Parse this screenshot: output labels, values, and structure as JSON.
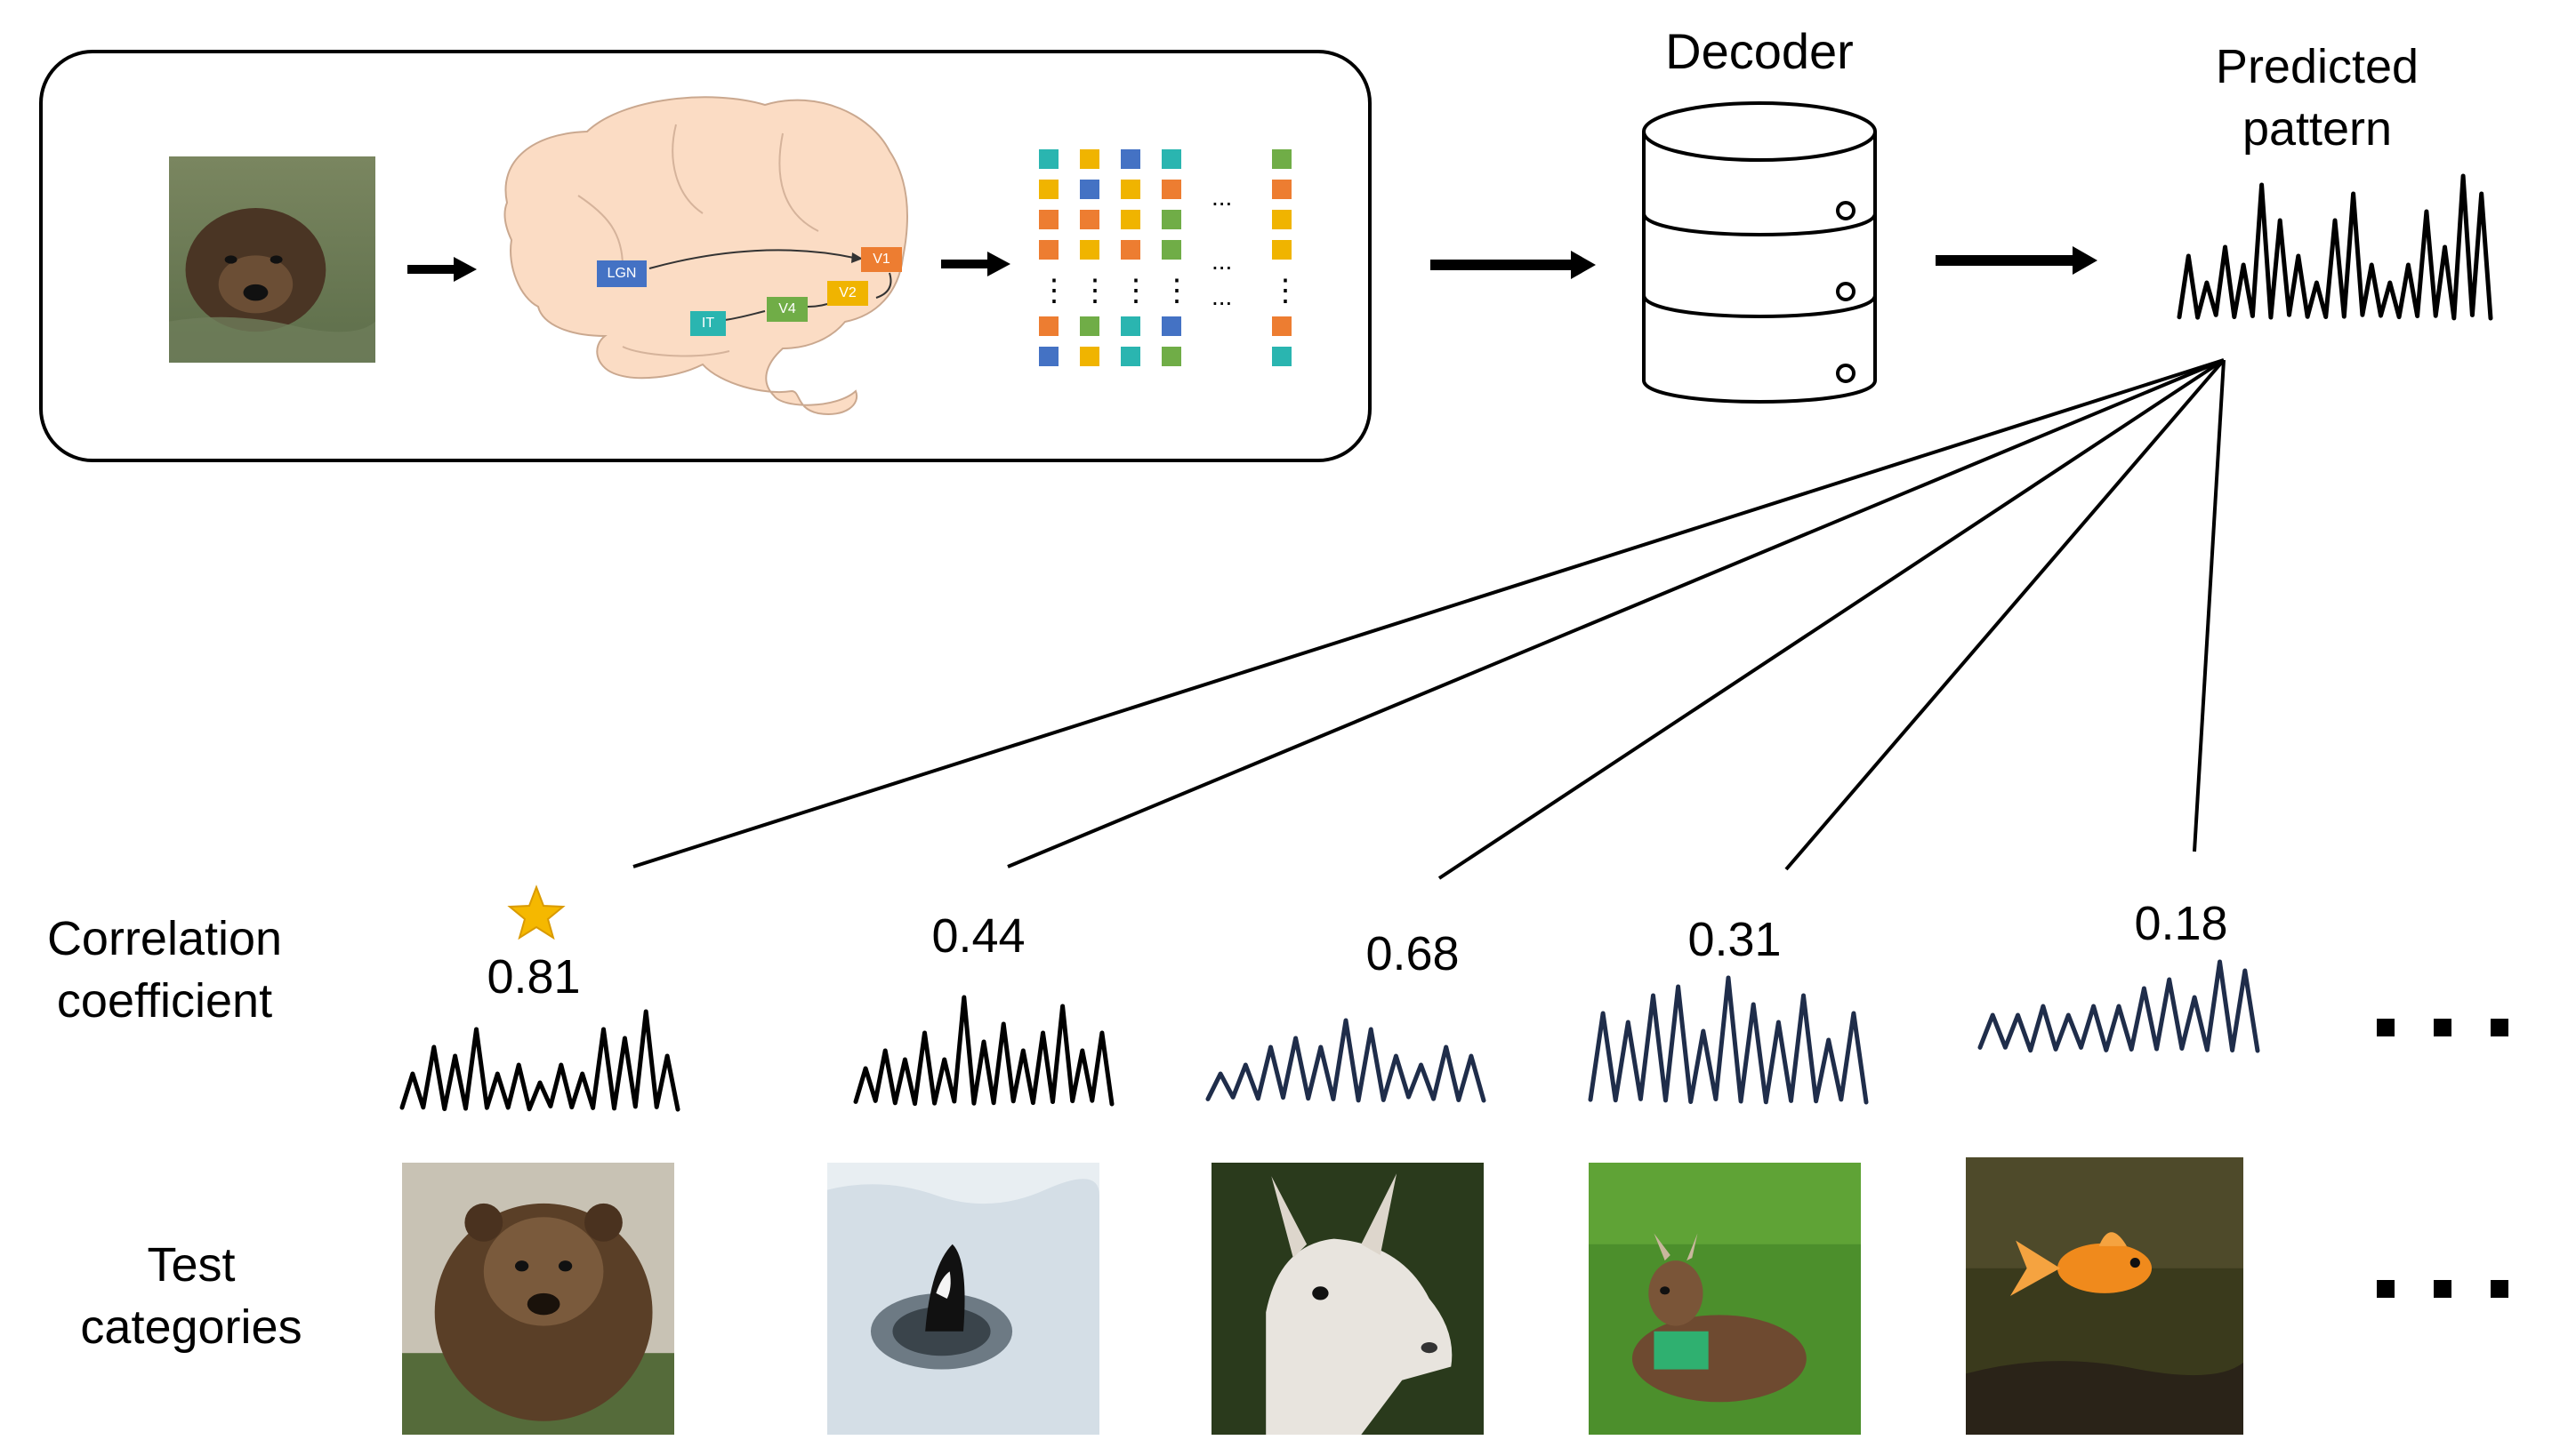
{
  "labels": {
    "decoder": "Decoder",
    "predicted_line1": "Predicted",
    "predicted_line2": "pattern",
    "correlation_line1": "Correlation",
    "correlation_line2": "coefficient",
    "test_line1": "Test",
    "test_line2": "categories"
  },
  "brain_areas": [
    "LGN",
    "V1",
    "V2",
    "V4",
    "IT"
  ],
  "brain_area_colors": {
    "LGN": "#4472c4",
    "V1": "#ed7d31",
    "V2": "#f0b400",
    "V4": "#70ad47",
    "IT": "#2ab5b0"
  },
  "matrix_ellipsis": "...",
  "matrix_vdots": "⋮",
  "candidates": [
    {
      "category": "bear",
      "score": "0.81",
      "best": true,
      "icon": "star-icon"
    },
    {
      "category": "orca",
      "score": "0.44",
      "best": false
    },
    {
      "category": "llama",
      "score": "0.68",
      "best": false
    },
    {
      "category": "goat",
      "score": "0.31",
      "best": false
    },
    {
      "category": "goldfish",
      "score": "0.18",
      "best": false
    }
  ],
  "colors": {
    "star": "#f5b800",
    "wave_dark": "#1f2d4a",
    "wave_black": "#000000"
  }
}
